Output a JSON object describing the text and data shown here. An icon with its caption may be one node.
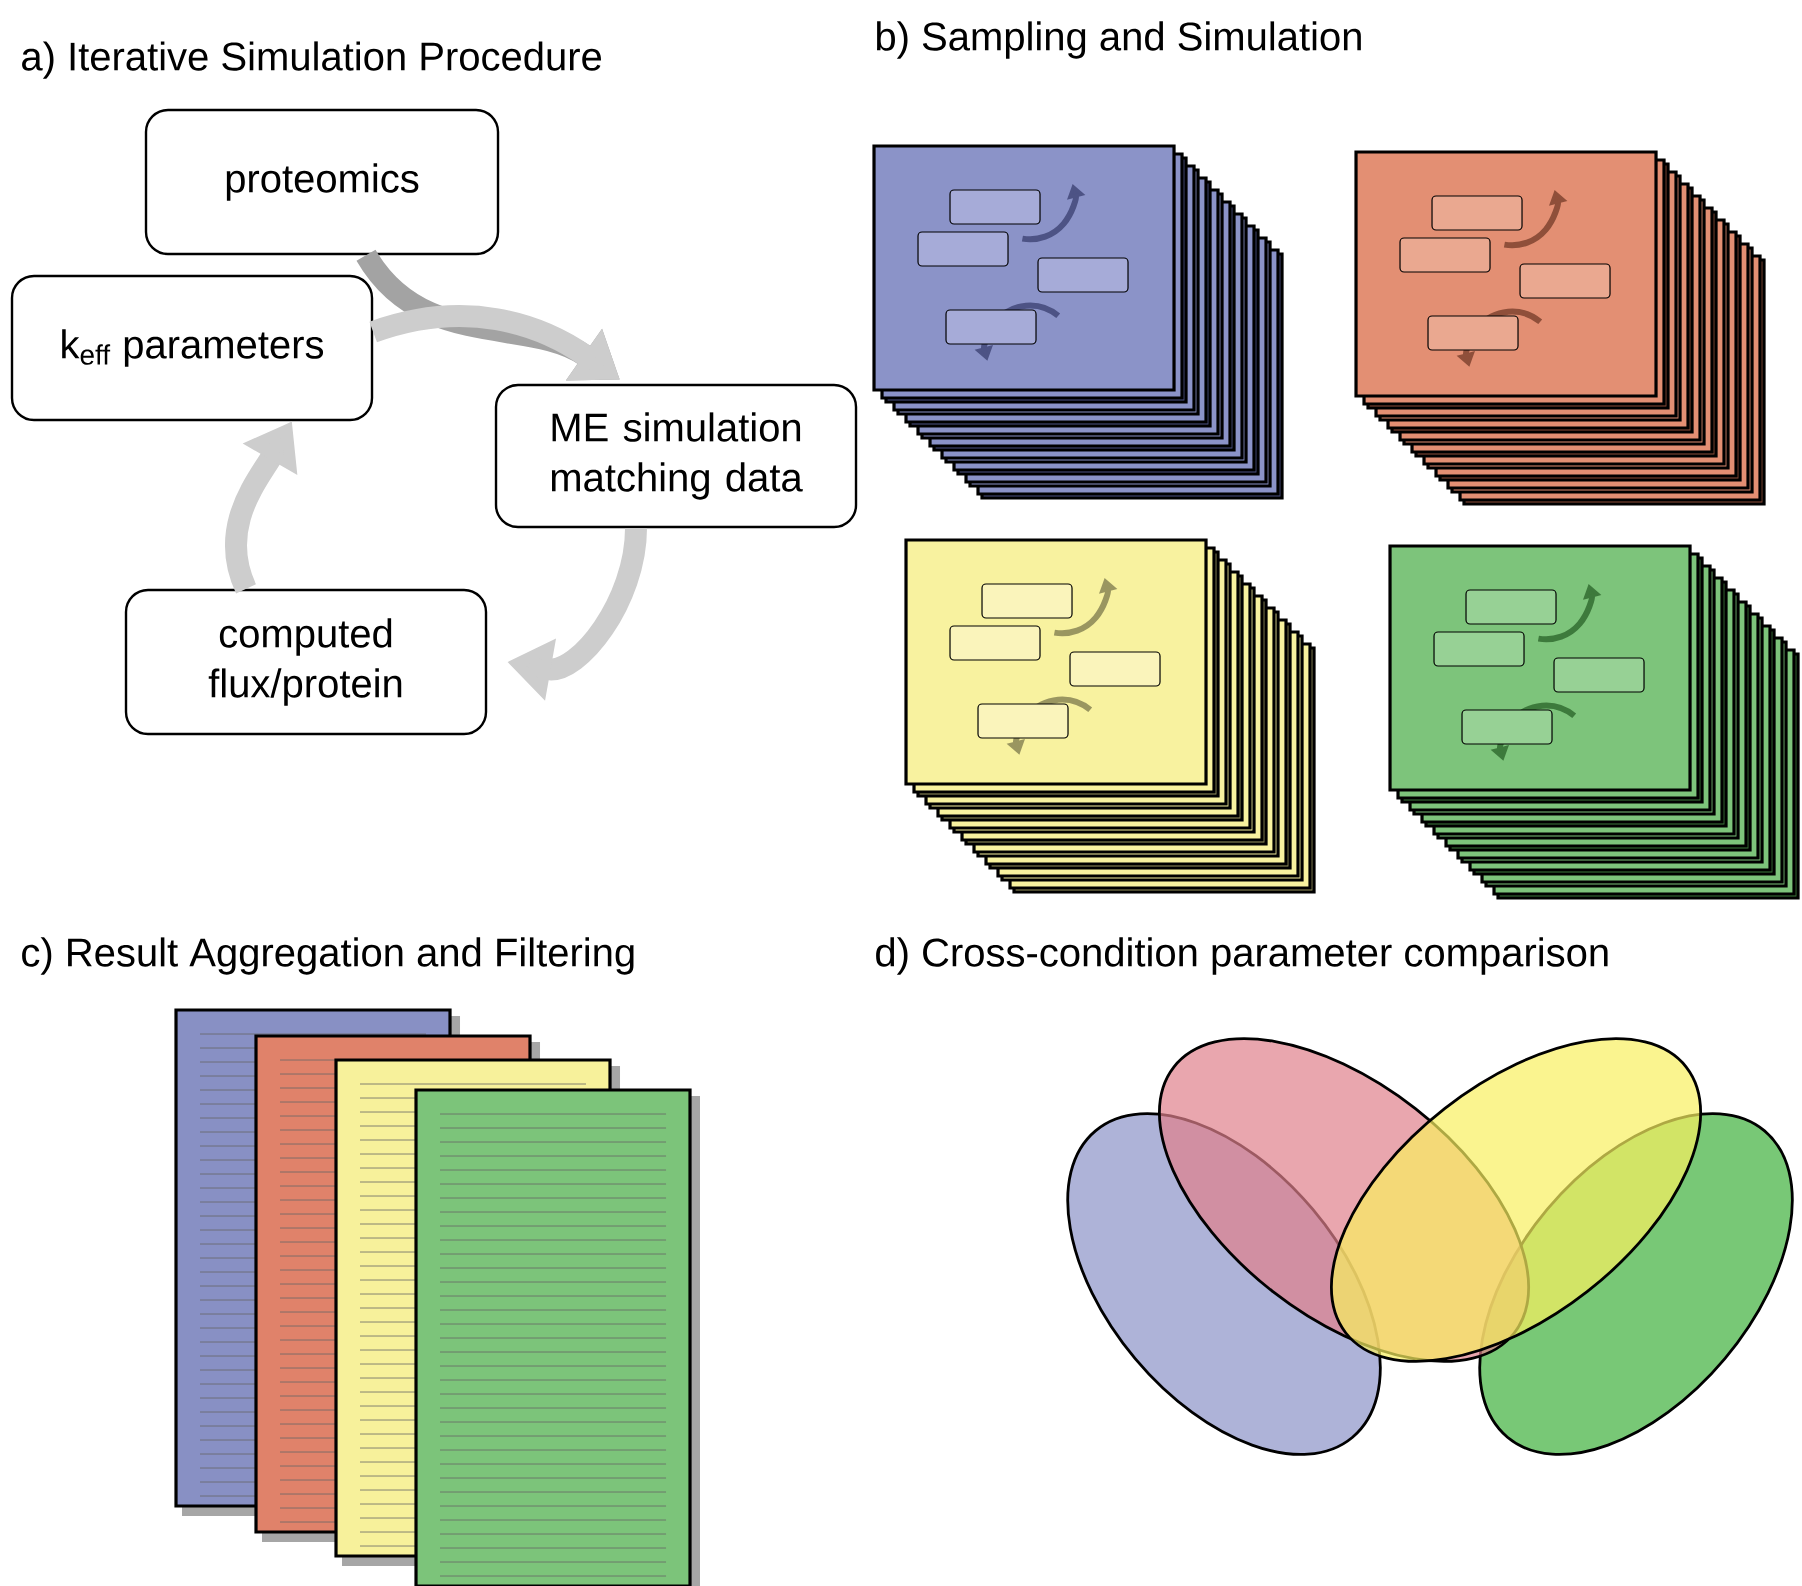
{
  "diagram": {
    "nodes": [
      {
        "text": [
          "proteomics"
        ]
      },
      {
        "text": [
          "k$_{eff}$ parameters"
        ]
      },
      {
        "text": [
          "ME simulation matching data"
        ]
      },
      {
        "text": [
          "computed flux/protein"
        ]
      }
    ],
    "edges": [
      {
        "from": 0,
        "to": 2,
        "arrow": "to",
        "color": "#a3a3a3"
      },
      {
        "from": 1,
        "to": 2,
        "arrow": "to"
      },
      {
        "from": 2,
        "to": 3,
        "arrow": "to"
      },
      {
        "from": 3,
        "to": 1,
        "arrow": "to"
      }
    ],
    "labels": [
      "a) Iterative Simulation Procedure",
      "b) Sampling and Simulation",
      "c) Result Aggregation and Filtering",
      "d) Cross-condition parameter comparison"
    ]
  }
}
